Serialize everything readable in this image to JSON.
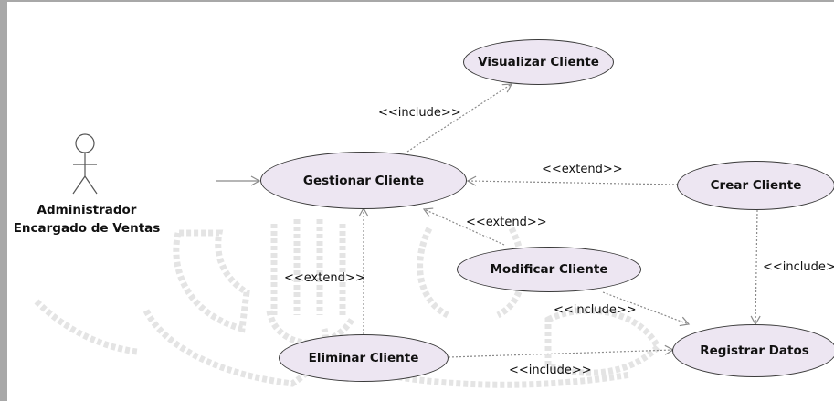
{
  "actor": {
    "name_line1": "Administrador",
    "name_line2": "Encargado de Ventas"
  },
  "use_cases": {
    "visualizar": "Visualizar Cliente",
    "gestionar": "Gestionar Cliente",
    "crear": "Crear Cliente",
    "modificar": "Modificar Cliente",
    "eliminar": "Eliminar Cliente",
    "registrar": "Registrar Datos"
  },
  "relations": {
    "gestionar_visualizar": "<<include>>",
    "crear_gestionar": "<<extend>>",
    "modificar_gestionar": "<<extend>>",
    "eliminar_gestionar": "<<extend>>",
    "crear_registrar": "<<include>",
    "modificar_registrar": "<<include>>",
    "eliminar_registrar": "<<include>>"
  },
  "colors": {
    "use_case_fill": "#ede6f2",
    "line": "#8a8a8a",
    "frame": "#a8a8a8",
    "watermark": "#e4e4e4"
  }
}
